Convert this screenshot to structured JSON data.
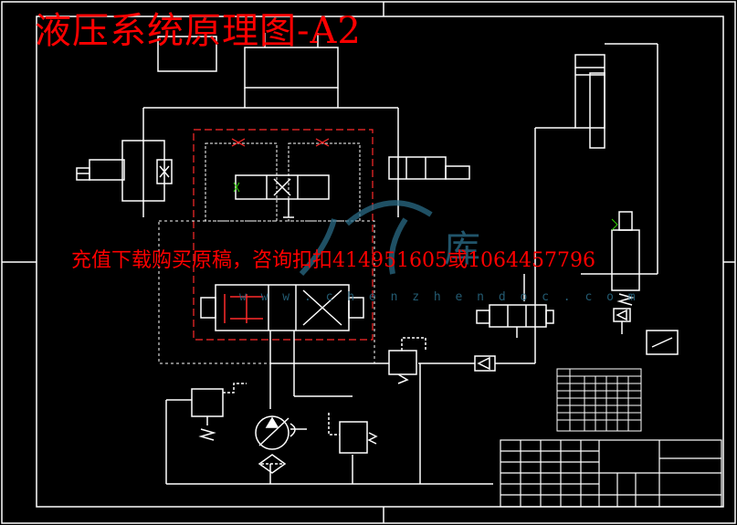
{
  "title": "液压系统原理图-A2",
  "overlay_banner": "充值下载购买原稿，咨询扣扣414951605或1064457796",
  "watermark": {
    "text": "w w w . c h e n z h e n d o c . c o m",
    "logo_glyph": "库"
  },
  "components": [
    {
      "name": "hydraulic-pump",
      "type": "variable-displacement-pump"
    },
    {
      "name": "electric-motor",
      "type": "motor-symbol"
    },
    {
      "name": "filter",
      "type": "filter-diamond"
    },
    {
      "name": "relief-valve-left",
      "type": "pressure-relief-valve"
    },
    {
      "name": "relief-valve-right",
      "type": "pressure-relief-valve"
    },
    {
      "name": "main-directional-valve",
      "type": "three-position-four-way-solenoid-valve"
    },
    {
      "name": "pilot-directional-valve",
      "type": "three-position-solenoid-valve"
    },
    {
      "name": "hydraulic-cylinder",
      "type": "double-acting-cylinder"
    },
    {
      "name": "check-valve",
      "type": "check-valve"
    },
    {
      "name": "pressure-switch",
      "type": "pressure-relay"
    }
  ],
  "colors": {
    "background": "#000000",
    "line": "#ffffff",
    "highlight": "#ff0000",
    "text_small": "#32d200",
    "title_block_text": "#c8f000",
    "watermark": "#2a6b86"
  }
}
